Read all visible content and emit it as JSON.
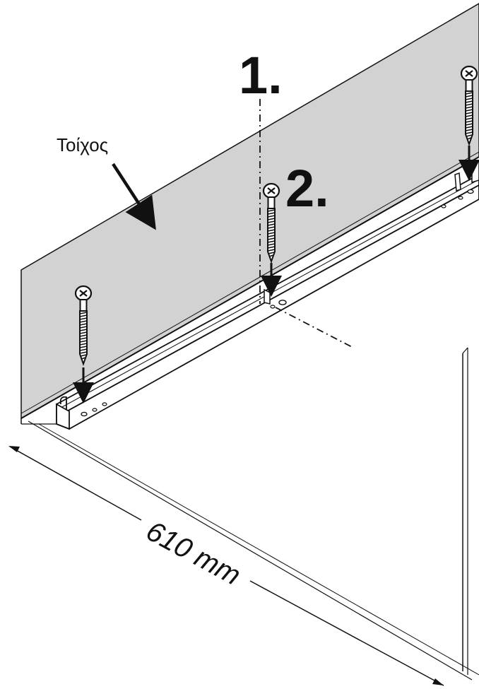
{
  "labels": {
    "wall": "Τοίχος",
    "step_1": "1.",
    "step_2": "2.",
    "dimension": "610 mm"
  },
  "colors": {
    "wall_fill": "#d2d2d2",
    "line": "#111111",
    "background": "#ffffff"
  },
  "icons": {
    "screw": "screw-icon",
    "arrow": "arrow-down-icon"
  }
}
